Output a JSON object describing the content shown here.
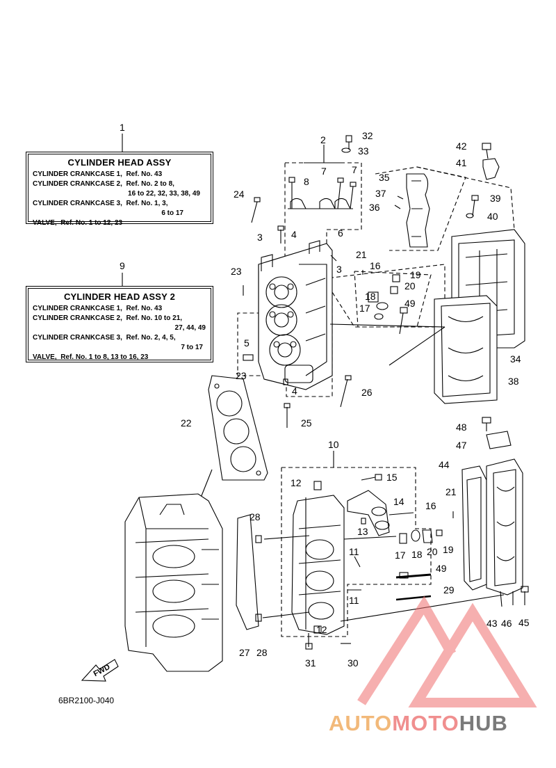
{
  "boxes": {
    "box1": {
      "ref": "1",
      "title": "CYLINDER HEAD ASSY",
      "lines": [
        "CYLINDER CRANKCASE 1,  Ref. No. 43",
        "CYLINDER CRANKCASE 2,  Ref. No. 2 to 8,",
        "16 to 22, 32, 33, 38, 49",
        "CYLINDER CRANKCASE 3,  Ref. No. 1, 3,",
        "6 to 17",
        "VALVE,  Ref. No. 1 to 12, 23"
      ]
    },
    "box2": {
      "ref": "9",
      "title": "CYLINDER HEAD ASSY 2",
      "lines": [
        "CYLINDER CRANKCASE 1,  Ref. No. 43",
        "CYLINDER CRANKCASE 2,  Ref. No. 10 to 21,",
        "27, 44, 49",
        "CYLINDER CRANKCASE 3,  Ref. No. 2, 4, 5,",
        "7 to 17",
        "VALVE,  Ref. No. 1 to 8, 13 to 16, 23"
      ]
    }
  },
  "callouts": {
    "c2": "2",
    "c32": "32",
    "c33": "33",
    "c42": "42",
    "c41": "41",
    "c7a": "7",
    "c7b": "7",
    "c35": "35",
    "c8": "8",
    "c24": "24",
    "c37": "37",
    "c36": "36",
    "c39": "39",
    "c40": "40",
    "c3a": "3",
    "c4a": "4",
    "c6": "6",
    "c3b": "3",
    "c21a": "21",
    "c16a": "16",
    "c19a": "19",
    "c20a": "20",
    "c23a": "23",
    "c18a": "18",
    "c17a": "17",
    "c49a": "49",
    "c5": "5",
    "c34": "34",
    "c23b": "23",
    "c4b": "4",
    "c38": "38",
    "c26": "26",
    "c22": "22",
    "c25": "25",
    "c48": "48",
    "c47": "47",
    "c10": "10",
    "c44": "44",
    "c12a": "12",
    "c15": "15",
    "c21b": "21",
    "c14": "14",
    "c28a": "28",
    "c16b": "16",
    "c13": "13",
    "c17b": "17",
    "c18b": "18",
    "c20b": "20",
    "c19b": "19",
    "c11a": "11",
    "c49b": "49",
    "c11b": "11",
    "c29": "29",
    "c43": "43",
    "c46": "46",
    "c45": "45",
    "c12b": "12",
    "c27": "27",
    "c28b": "28",
    "c31": "31",
    "c30": "30"
  },
  "fwd_label": "FWD",
  "doc_code": "6BR2100-J040",
  "watermark": {
    "part1": "AUTO",
    "part2": "MOTO",
    "part3": "HUB"
  },
  "colors": {
    "watermark_orange": "#f2b97a",
    "watermark_red": "#f08f8f",
    "watermark_gray": "#7a7a7a",
    "ink": "#000000"
  }
}
